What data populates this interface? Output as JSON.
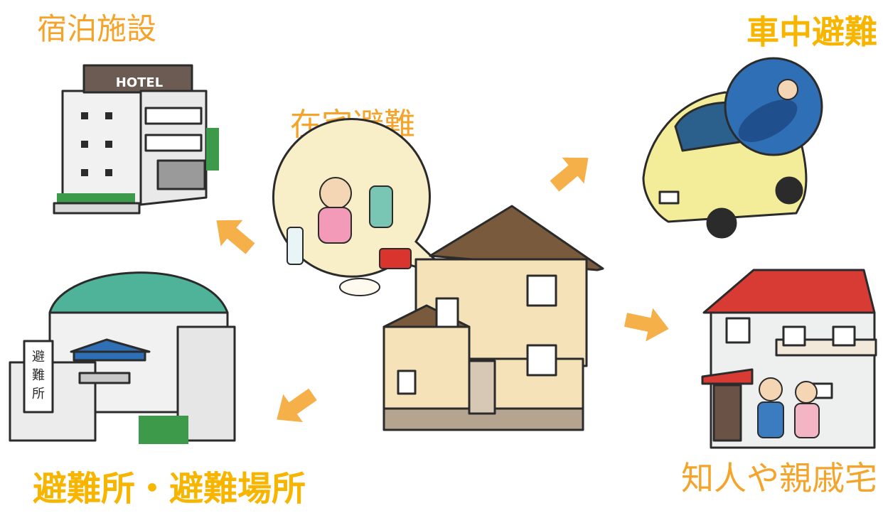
{
  "labels": {
    "hotel": "宿泊施設",
    "car": "車中避難",
    "home": "在宅避難",
    "relatives": "知人や親戚宅",
    "shelter": "避難所・避難場所"
  },
  "hotel_sign": "HOTEL",
  "shelter_sign": [
    "避",
    "難",
    "所"
  ],
  "colors": {
    "label_light": "#f4a42a",
    "label_bold": "#f7b500",
    "arrow": "#f5b04a",
    "outline": "#2b2b2b",
    "house_wall": "#f6e2b8",
    "house_roof": "#7a5a3c",
    "car_body": "#f3ec98",
    "relatives_roof": "#d83a34",
    "shelter_roof": "#4fb39a",
    "tent": "#2f6fb5",
    "bubble": "#f8efc8"
  }
}
